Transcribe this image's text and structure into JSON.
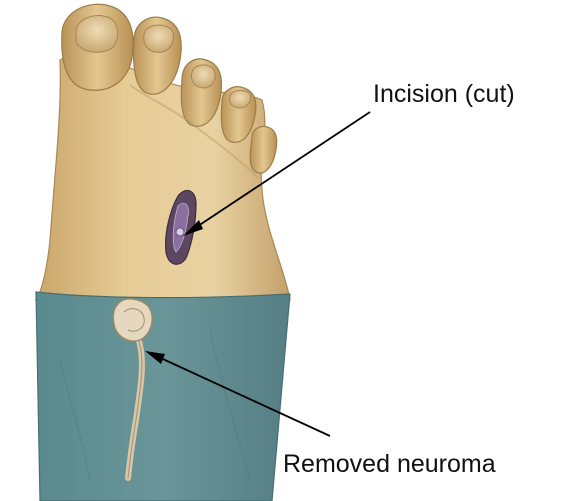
{
  "labels": {
    "incision": "Incision (cut)",
    "neuroma": "Removed neuroma"
  },
  "icons": {
    "foot": "foot-illustration",
    "drape": "surgical-drape",
    "neuroma": "neuroma-specimen",
    "incision": "incision-wound"
  },
  "colors": {
    "skin": "#e2c58e",
    "skin_shadow": "#b89860",
    "drape": "#5f8c90",
    "incision": "#6b4a68",
    "text": "#111111"
  }
}
